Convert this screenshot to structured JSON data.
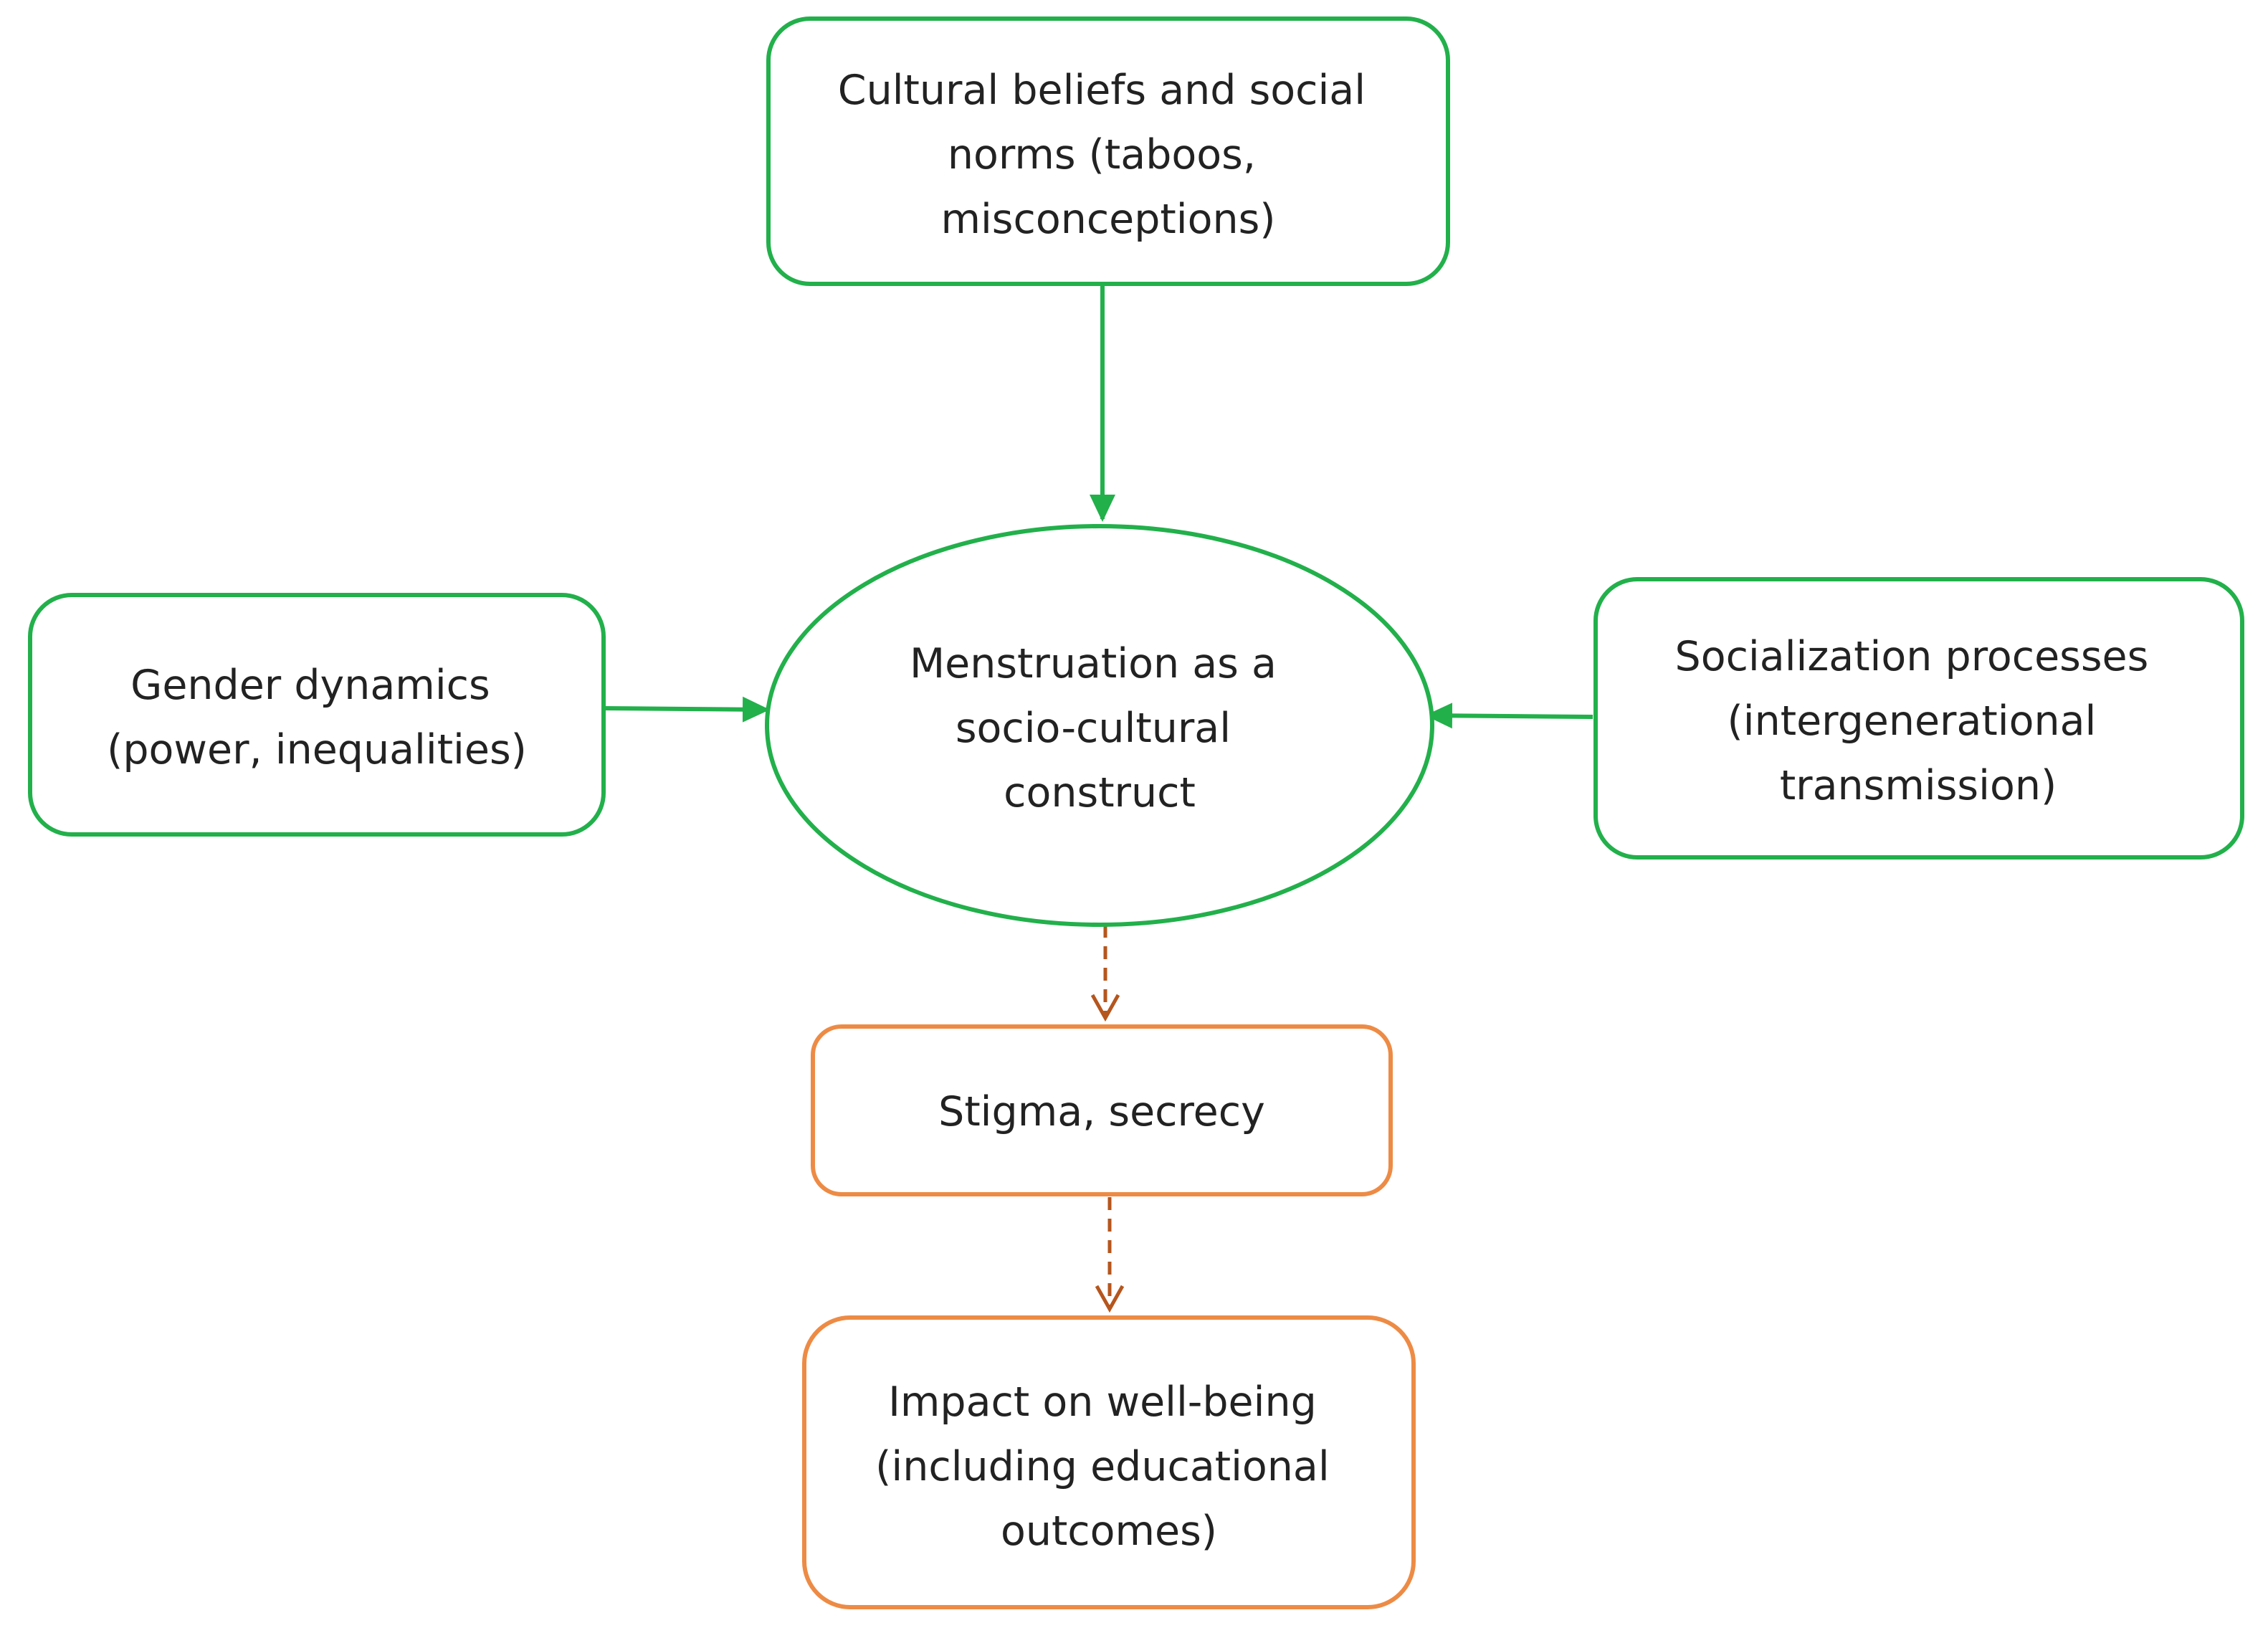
{
  "colors": {
    "green_border": "#22b04b",
    "green_arrow": "#22b04b",
    "orange_border": "#ed8b45",
    "orange_arrow": "#b5561e",
    "text": "#222222",
    "background": "#ffffff"
  },
  "nodes": {
    "cultural_beliefs": {
      "lines": [
        "Cultural beliefs and social",
        "norms (taboos,",
        "misconceptions)"
      ]
    },
    "gender_dynamics": {
      "lines": [
        "Gender dynamics",
        "(power, inequalities)"
      ]
    },
    "menstruation_construct": {
      "lines": [
        "Menstruation as a",
        "socio-cultural",
        "construct"
      ]
    },
    "socialization": {
      "lines": [
        "Socialization processes",
        "(intergenerational",
        "transmission)"
      ]
    },
    "stigma": {
      "lines": [
        "Stigma, secrecy"
      ]
    },
    "impact": {
      "lines": [
        "Impact on well-being",
        "(including educational",
        "outcomes)"
      ]
    }
  },
  "edges": [
    {
      "from": "cultural_beliefs",
      "to": "menstruation_construct",
      "style": "solid"
    },
    {
      "from": "gender_dynamics",
      "to": "menstruation_construct",
      "style": "solid"
    },
    {
      "from": "socialization",
      "to": "menstruation_construct",
      "style": "solid"
    },
    {
      "from": "menstruation_construct",
      "to": "stigma",
      "style": "dashed"
    },
    {
      "from": "stigma",
      "to": "impact",
      "style": "dashed"
    }
  ]
}
